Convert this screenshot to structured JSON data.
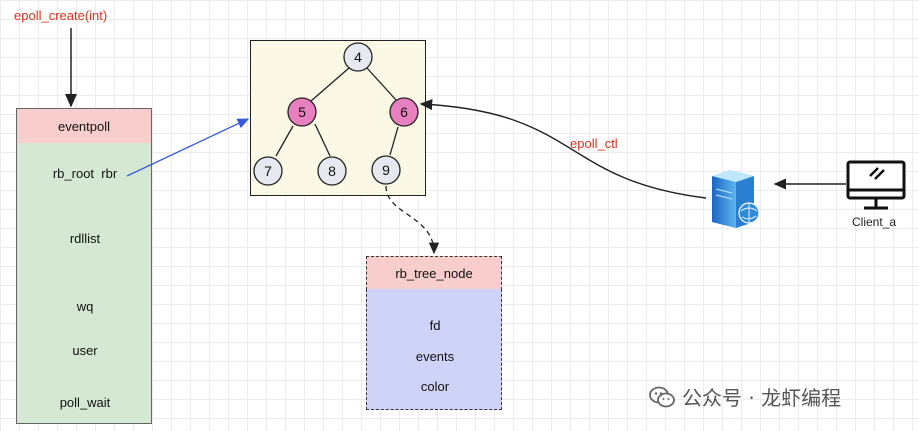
{
  "labels": {
    "epoll_create": "epoll_create(int)",
    "epoll_ctl": "epoll_ctl",
    "client": "Client_a",
    "watermark": "公众号 · 龙虾编程"
  },
  "eventpoll": {
    "title": "eventpoll",
    "fields": [
      "rb_root  rbr",
      "rdllist",
      "wq",
      "user",
      "poll_wait"
    ]
  },
  "tree": {
    "nodes": [
      {
        "id": "n4",
        "label": "4",
        "color": "gray"
      },
      {
        "id": "n5",
        "label": "5",
        "color": "pink"
      },
      {
        "id": "n6",
        "label": "6",
        "color": "pink"
      },
      {
        "id": "n7",
        "label": "7",
        "color": "gray"
      },
      {
        "id": "n8",
        "label": "8",
        "color": "gray"
      },
      {
        "id": "n9",
        "label": "9",
        "color": "gray"
      }
    ]
  },
  "rb_tree_node": {
    "title": "rb_tree_node",
    "fields": [
      "fd",
      "events",
      "color"
    ]
  },
  "colors": {
    "node_gray": "#e6e9ef",
    "node_pink": "#e87fbf",
    "eventpoll_header": "#f8cecc",
    "eventpoll_body": "#d5e8d4",
    "tree_bg": "#fbf8e6",
    "node_struct_body": "#cfd3f7",
    "pointer_arrow": "#3a5bd8",
    "label_red": "#e0301e"
  }
}
